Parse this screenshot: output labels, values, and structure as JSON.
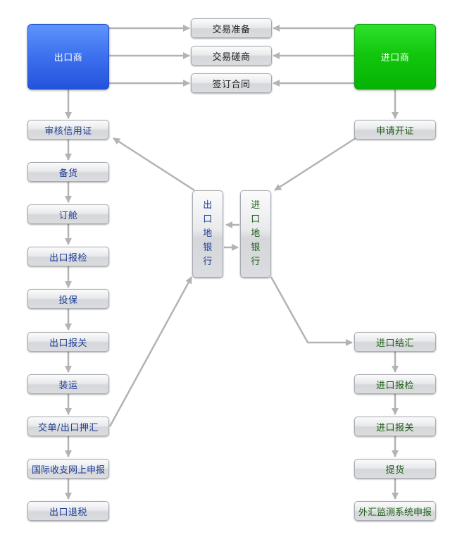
{
  "exporter": "出口商",
  "importer": "进口商",
  "negotiation": [
    "交易准备",
    "交易磋商",
    "签订合同"
  ],
  "export_steps": [
    "审核信用证",
    "备货",
    "订舱",
    "出口报检",
    "投保",
    "出口报关",
    "装运",
    "交单/出口押汇",
    "国际收支网上申报",
    "出口退税"
  ],
  "import_steps": [
    "申请开证",
    "进口结汇",
    "进口报检",
    "进口报关",
    "提货",
    "外汇监测系统申报"
  ],
  "export_bank": [
    "出",
    "口",
    "地",
    "银",
    "行"
  ],
  "import_bank": [
    "进",
    "口",
    "地",
    "银",
    "行"
  ],
  "colors": {
    "exporter": "#2f61e8",
    "importer": "#0bbd08",
    "arrow": "#b3b3b3",
    "text_blue": "#1e3d95",
    "text_green": "#1b5e12"
  }
}
